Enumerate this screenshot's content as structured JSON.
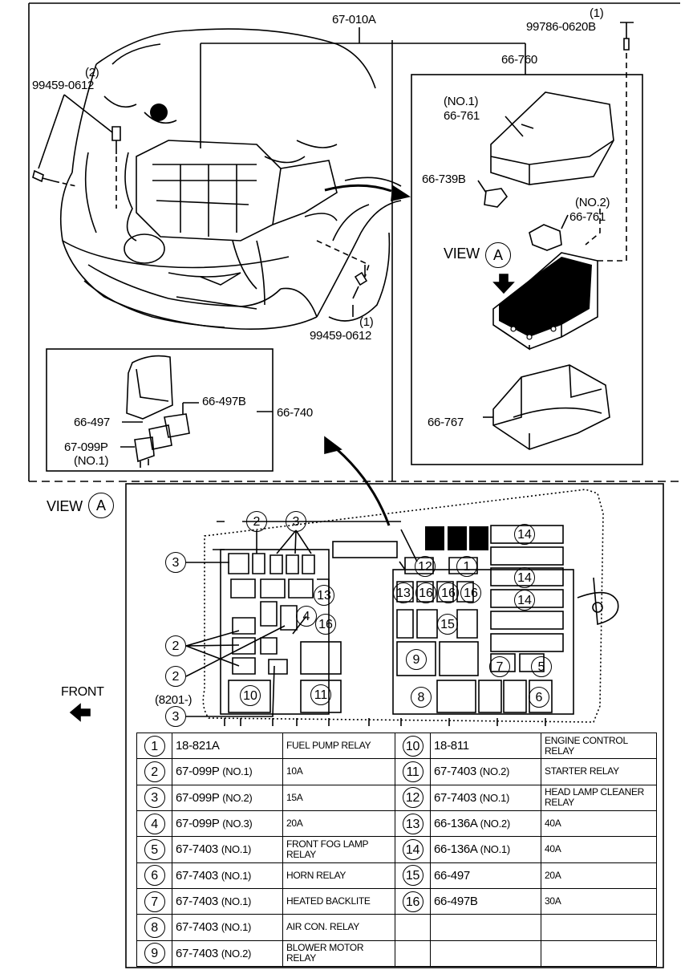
{
  "labels": {
    "harness_part": "67-010A",
    "bolt_part_qty": "(1)",
    "bolt_part": "99786-0620B",
    "fuse_block_part": "66-760",
    "cover1_no": "(NO.1)",
    "cover1_part": "66-761",
    "clip_part": "66-739B",
    "cover2_no": "(NO.2)",
    "cover2_part": "66-761",
    "view_text": "VIEW",
    "view_letter": "A",
    "tray_part": "66-767",
    "screw_left_qty": "(2)",
    "screw_left_part": "99459-0612",
    "screw_right_qty": "(1)",
    "screw_right_part": "99459-0612",
    "relay_block_part": "66-740",
    "relay_cover_part": "66-497",
    "relay_b_part": "66-497B",
    "fuse_part": "67-099P",
    "fuse_no": "(NO.1)",
    "view_a_text": "VIEW",
    "view_a_letter": "A",
    "front": "FRONT",
    "serial": "(8201-)"
  },
  "callouts": {
    "c1": "1",
    "c2": "2",
    "c3": "3",
    "c4": "4",
    "c5": "5",
    "c6": "6",
    "c7": "7",
    "c8": "8",
    "c9": "9",
    "c10": "10",
    "c11": "11",
    "c12": "12",
    "c13": "13",
    "c14": "14",
    "c15": "15",
    "c16": "16"
  },
  "legend": [
    {
      "ln": "1",
      "lp": "18-821A",
      "lq": "",
      "ld": "FUEL PUMP  RELAY",
      "rn": "10",
      "rp": "18-811",
      "rq": "",
      "rd": "ENGINE CONTROL RELAY"
    },
    {
      "ln": "2",
      "lp": "67-099P",
      "lq": "(NO.1)",
      "ld": "10A",
      "rn": "11",
      "rp": "67-7403",
      "rq": "(NO.2)",
      "rd": "STARTER RELAY"
    },
    {
      "ln": "3",
      "lp": "67-099P",
      "lq": "(NO.2)",
      "ld": "15A",
      "rn": "12",
      "rp": "67-7403",
      "rq": "(NO.1)",
      "rd": "HEAD LAMP CLEANER RELAY"
    },
    {
      "ln": "4",
      "lp": "67-099P",
      "lq": "(NO.3)",
      "ld": "20A",
      "rn": "13",
      "rp": "66-136A",
      "rq": "(NO.2)",
      "rd": "40A"
    },
    {
      "ln": "5",
      "lp": "67-7403",
      "lq": "(NO.1)",
      "ld": "FRONT FOG LAMP RELAY",
      "rn": "14",
      "rp": "66-136A",
      "rq": "(NO.1)",
      "rd": "40A"
    },
    {
      "ln": "6",
      "lp": "67-7403",
      "lq": "(NO.1)",
      "ld": "HORN RELAY",
      "rn": "15",
      "rp": "66-497",
      "rq": "",
      "rd": "20A"
    },
    {
      "ln": "7",
      "lp": "67-7403",
      "lq": "(NO.1)",
      "ld": "HEATED BACKLITE",
      "rn": "16",
      "rp": "66-497B",
      "rq": "",
      "rd": "30A"
    },
    {
      "ln": "8",
      "lp": "67-7403",
      "lq": "(NO.1)",
      "ld": "AIR CON. RELAY",
      "rn": "",
      "rp": "",
      "rq": "",
      "rd": ""
    },
    {
      "ln": "9",
      "lp": "67-7403",
      "lq": "(NO.2)",
      "ld": "BLOWER MOTOR RELAY",
      "rn": "",
      "rp": "",
      "rq": "",
      "rd": ""
    }
  ]
}
